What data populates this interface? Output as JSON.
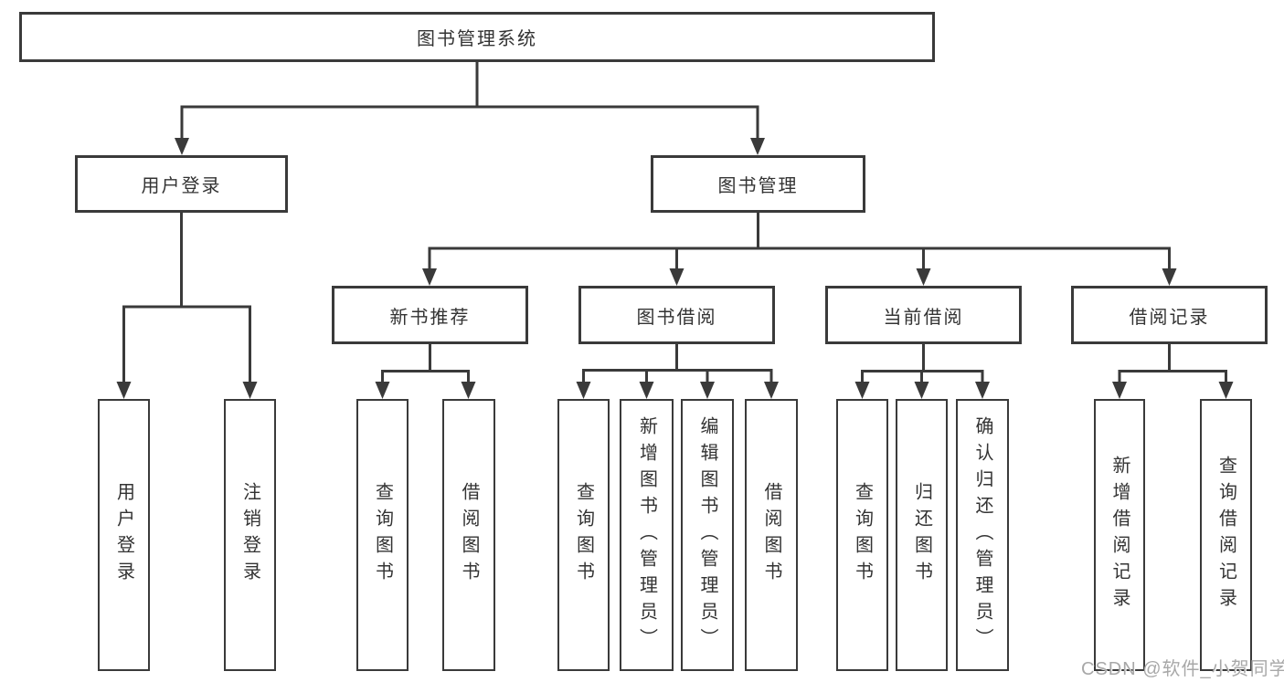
{
  "diagram_title": "图书管理系统",
  "colors": {
    "line": "#3a3a3a",
    "box_border": "#3a3a3a",
    "text": "#333333",
    "background": "#ffffff",
    "watermark": "#a8a8a8"
  },
  "tree": {
    "root": {
      "label": "图书管理系统",
      "children": [
        {
          "label": "用户登录",
          "children": [
            {
              "label": "用户登录"
            },
            {
              "label": "注销登录"
            }
          ]
        },
        {
          "label": "图书管理",
          "children": [
            {
              "label": "新书推荐",
              "children": [
                {
                  "label": "查询图书"
                },
                {
                  "label": "借阅图书"
                }
              ]
            },
            {
              "label": "图书借阅",
              "children": [
                {
                  "label": "查询图书"
                },
                {
                  "label": "新增图书（管理员）"
                },
                {
                  "label": "编辑图书（管理员）"
                },
                {
                  "label": "借阅图书"
                }
              ]
            },
            {
              "label": "当前借阅",
              "children": [
                {
                  "label": "查询图书"
                },
                {
                  "label": "归还图书"
                },
                {
                  "label": "确认归还（管理员）"
                }
              ]
            },
            {
              "label": "借阅记录",
              "children": [
                {
                  "label": "新增借阅记录"
                },
                {
                  "label": "查询借阅记录"
                }
              ]
            }
          ]
        }
      ]
    }
  },
  "watermark": {
    "text": "CSDN @软件_小贺同学"
  }
}
